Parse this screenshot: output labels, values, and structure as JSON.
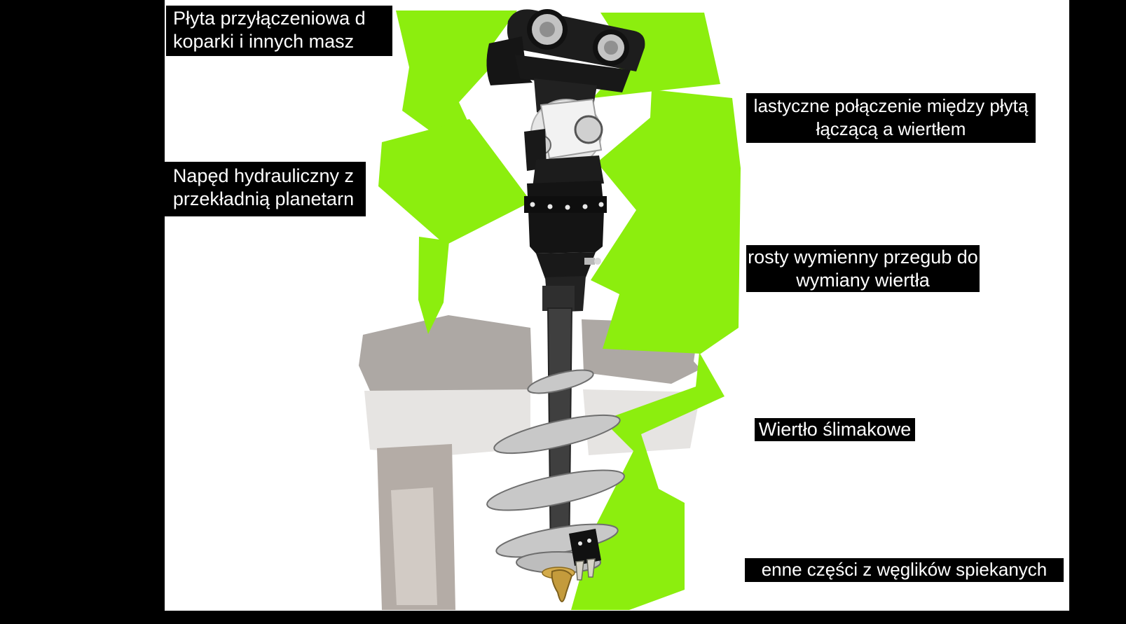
{
  "colors": {
    "page_background": "#000000",
    "photo_panel": "#ffffff",
    "accent_green": "#8cee0e",
    "splash_gray": "#ada8a4",
    "splash_gray_light": "#e6e4e2",
    "splash_tan": "#c6b096",
    "label_background": "#000000",
    "label_text": "#ffffff",
    "drill_metal_dark": "#141414",
    "drill_metal_silver": "#c8c8c8",
    "pilot_bit_gold": "#c49b3c"
  },
  "labels": [
    {
      "id": "mounting-plate",
      "line1": "Płyta przyłączeniowa d",
      "line2": "koparki i innych masz"
    },
    {
      "id": "hydraulic-drive",
      "line1": "Napęd hydrauliczny z",
      "line2": "przekładnią planetarn"
    },
    {
      "id": "flexible-coupling",
      "line1": "lastyczne połączenie między płytą",
      "line2": "łączącą a wiertłem"
    },
    {
      "id": "replaceable-joint",
      "line1": "rosty wymienny przegub do",
      "line2": "wymiany wiertła"
    },
    {
      "id": "auger-bit",
      "line1": "Wiertło ślimakowe"
    },
    {
      "id": "carbide-parts",
      "line1": "enne części z węglików spiekanych"
    }
  ],
  "illustration": {
    "subject": "hydraulic-earth-auger-drill",
    "elements": [
      "mounting-bracket",
      "universal-joint",
      "hydraulic-motor",
      "drive-shaft",
      "auger-flights",
      "tooth-holder",
      "pilot-bit"
    ]
  }
}
